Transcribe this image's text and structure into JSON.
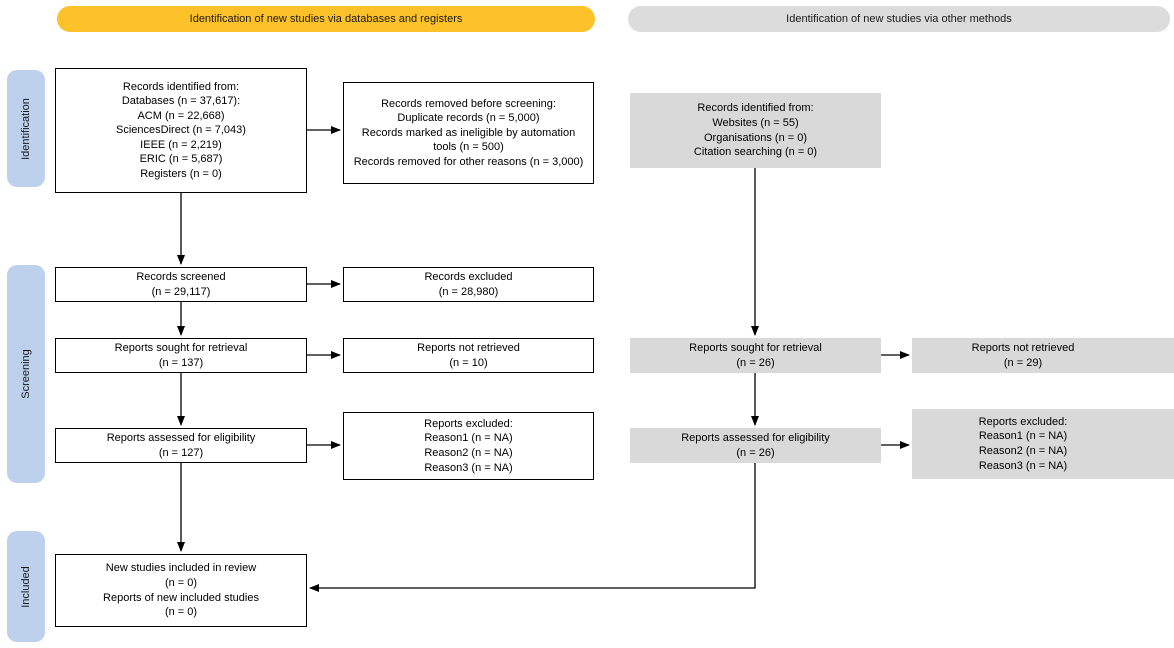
{
  "banners": {
    "databases_registers": "Identification of new studies via databases and registers",
    "other_methods": "Identification of new studies via other methods"
  },
  "stages": {
    "identification": "Identification",
    "screening": "Screening",
    "included": "Included"
  },
  "boxes": {
    "records_identified_databases": {
      "lines": [
        "Records identified from:",
        "Databases (n = 37,617):",
        "ACM (n = 22,668)",
        "SciencesDirect (n = 7,043)",
        "IEEE (n = 2,219)",
        "ERIC (n = 5,687)",
        "Registers (n = 0)"
      ]
    },
    "records_removed_before_screening": {
      "lines": [
        "Records removed before screening:",
        "Duplicate records (n = 5,000)",
        "Records marked as ineligible by automation tools (n = 500)",
        "Records removed for other reasons (n = 3,000)"
      ]
    },
    "records_identified_other": {
      "lines": [
        "Records identified from:",
        "Websites (n = 55)",
        "Organisations (n = 0)",
        "Citation searching (n = 0)"
      ]
    },
    "records_screened": {
      "lines": [
        "Records screened",
        "(n = 29,117)"
      ]
    },
    "records_excluded": {
      "lines": [
        "Records excluded",
        "(n = 28,980)"
      ]
    },
    "reports_sought_db": {
      "lines": [
        "Reports sought for retrieval",
        "(n = 137)"
      ]
    },
    "reports_not_retrieved_db": {
      "lines": [
        "Reports not retrieved",
        "(n = 10)"
      ]
    },
    "reports_sought_other": {
      "lines": [
        "Reports sought for retrieval",
        "(n = 26)"
      ]
    },
    "reports_not_retrieved_other": {
      "lines": [
        "Reports not retrieved",
        "(n = 29)"
      ]
    },
    "reports_assessed_db": {
      "lines": [
        "Reports assessed for eligibility",
        "(n = 127)"
      ]
    },
    "reports_excluded_db": {
      "lines": [
        "Reports excluded:",
        "Reason1 (n = NA)",
        "Reason2 (n = NA)",
        "Reason3 (n = NA)"
      ]
    },
    "reports_assessed_other": {
      "lines": [
        "Reports assessed for eligibility",
        "(n = 26)"
      ]
    },
    "reports_excluded_other": {
      "lines": [
        "Reports excluded:",
        "Reason1 (n = NA)",
        "Reason2 (n = NA)",
        "Reason3 (n = NA)"
      ]
    },
    "new_studies_included": {
      "lines": [
        "New studies included in review",
        "(n = 0)",
        "Reports of new included studies",
        "(n = 0)"
      ]
    }
  },
  "colors": {
    "banner_yellow": "#FDC129",
    "banner_gray": "#DCDCDC",
    "stage_blue": "#BDD0EC",
    "box_gray": "#D9D9D9",
    "box_border": "#000000",
    "arrow": "#000000"
  }
}
